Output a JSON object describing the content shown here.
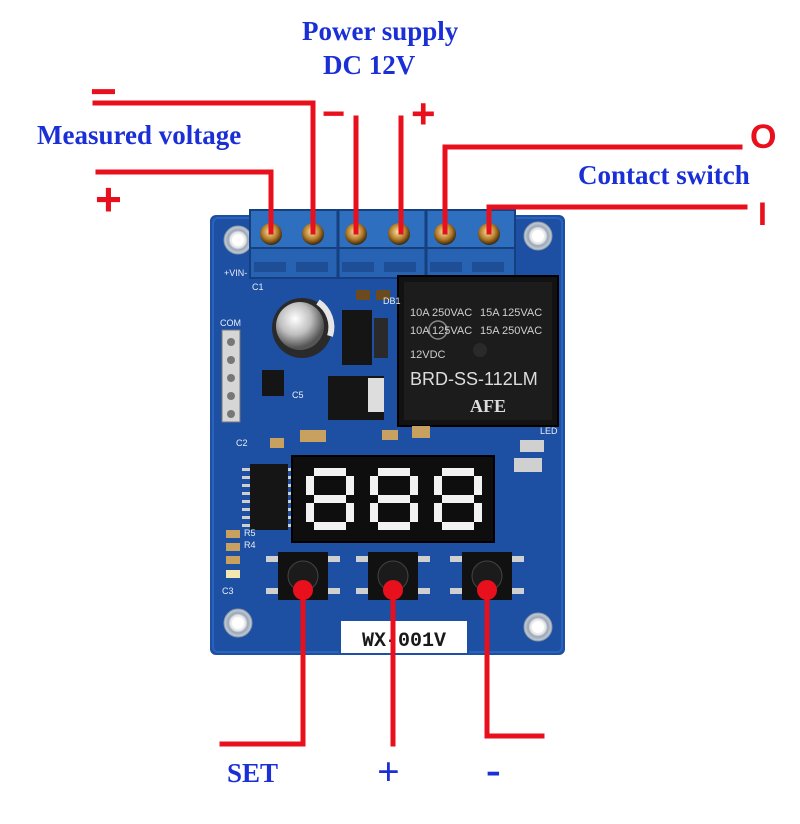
{
  "labels": {
    "power_supply_line1": "Power supply",
    "power_supply_line2": "DC 12V",
    "measured_voltage": "Measured voltage",
    "contact_switch": "Contact switch",
    "set": "SET",
    "plus": "+",
    "minus": "-"
  },
  "symbols": {
    "measured_minus": "−",
    "measured_plus": "+",
    "supply_minus": "−",
    "supply_plus": "+",
    "contact_open": "O",
    "contact_closed": "I",
    "button_plus": "+",
    "button_minus": "−"
  },
  "board": {
    "model_label": "WX-001V",
    "display_digits": "888",
    "relay_brand": "AFE",
    "relay_model": "BRD-SS-112LM",
    "relay_specs": [
      "10A 250VAC",
      "10A 125VAC",
      "15A 125VAC",
      "15A 250VAC"
    ],
    "relay_coil": "12VDC",
    "terminal_label": "+VIN-",
    "silkscreen": {
      "c1": "C1",
      "com": "COM",
      "c5": "C5",
      "c2": "C2",
      "db1": "DB1",
      "r5": "R5",
      "r4": "R4",
      "c3": "C3",
      "led": "LED"
    }
  },
  "colors": {
    "wire": "#e8101c",
    "label_text": "#1a2fd6",
    "pcb": "#1d4fa3",
    "terminal_block": "#2e6fc0",
    "relay": "#111111",
    "display_segment": "#f2f2f2"
  }
}
